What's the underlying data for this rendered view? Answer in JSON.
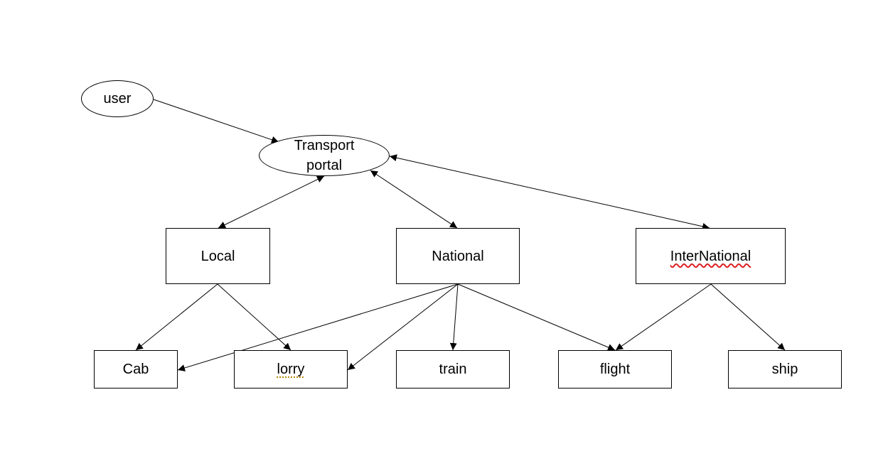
{
  "diagram": {
    "nodes": [
      {
        "id": "user",
        "label": "user",
        "shape": "ellipse"
      },
      {
        "id": "portal",
        "label": "Transport\nportal",
        "shape": "ellipse"
      },
      {
        "id": "local",
        "label": "Local",
        "shape": "box"
      },
      {
        "id": "national",
        "label": "National",
        "shape": "box"
      },
      {
        "id": "international",
        "label": "InterNational",
        "shape": "box",
        "spellcheck": "red"
      },
      {
        "id": "cab",
        "label": "Cab",
        "shape": "box"
      },
      {
        "id": "lorry",
        "label": "lorry",
        "shape": "box",
        "spellcheck": "gold"
      },
      {
        "id": "train",
        "label": "train",
        "shape": "box"
      },
      {
        "id": "flight",
        "label": "flight",
        "shape": "box"
      },
      {
        "id": "ship",
        "label": "ship",
        "shape": "box"
      }
    ],
    "edges": [
      {
        "from": "user",
        "to": "portal",
        "arrows": "end"
      },
      {
        "from": "portal",
        "to": "local",
        "arrows": "both"
      },
      {
        "from": "portal",
        "to": "national",
        "arrows": "both"
      },
      {
        "from": "portal",
        "to": "international",
        "arrows": "both"
      },
      {
        "from": "local",
        "to": "cab",
        "arrows": "end"
      },
      {
        "from": "local",
        "to": "lorry",
        "arrows": "end"
      },
      {
        "from": "national",
        "to": "cab",
        "arrows": "end"
      },
      {
        "from": "national",
        "to": "lorry",
        "arrows": "end"
      },
      {
        "from": "national",
        "to": "train",
        "arrows": "end"
      },
      {
        "from": "national",
        "to": "flight",
        "arrows": "end"
      },
      {
        "from": "international",
        "to": "flight",
        "arrows": "end"
      },
      {
        "from": "international",
        "to": "ship",
        "arrows": "end"
      }
    ]
  }
}
